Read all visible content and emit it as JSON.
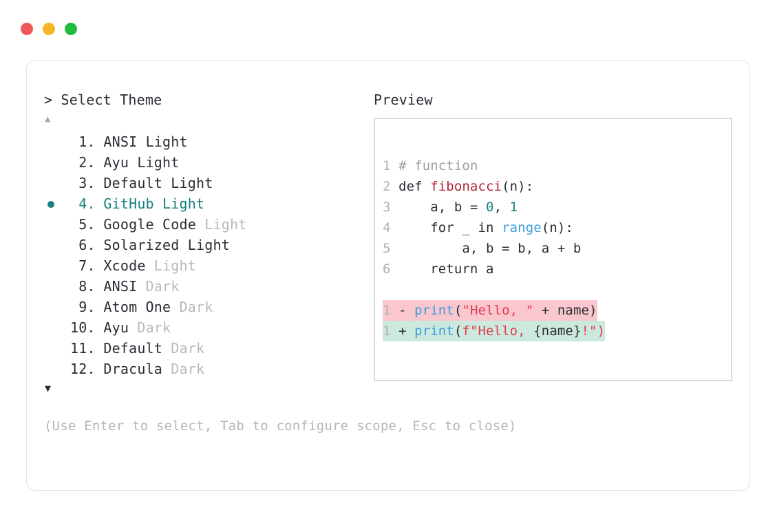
{
  "window": {
    "buttons": [
      {
        "name": "close",
        "color": "#f1585b"
      },
      {
        "name": "minimize",
        "color": "#f5b723"
      },
      {
        "name": "maximize",
        "color": "#22bb3f"
      }
    ]
  },
  "selector": {
    "prompt": "> Select Theme",
    "scroll_up_icon": "▲",
    "scroll_down_icon": "▼",
    "selected_index": 4,
    "accent_color": "#17807f",
    "items": [
      {
        "index": " 1.",
        "name": "ANSI",
        "variant": "Light",
        "variant_dim": false,
        "selected": false
      },
      {
        "index": " 2.",
        "name": "Ayu",
        "variant": "Light",
        "variant_dim": false,
        "selected": false
      },
      {
        "index": " 3.",
        "name": "Default",
        "variant": "Light",
        "variant_dim": false,
        "selected": false
      },
      {
        "index": " 4.",
        "name": "GitHub",
        "variant": "Light",
        "variant_dim": false,
        "selected": true
      },
      {
        "index": " 5.",
        "name": "Google Code",
        "variant": "Light",
        "variant_dim": true,
        "selected": false
      },
      {
        "index": " 6.",
        "name": "Solarized",
        "variant": "Light",
        "variant_dim": false,
        "selected": false
      },
      {
        "index": " 7.",
        "name": "Xcode",
        "variant": "Light",
        "variant_dim": true,
        "selected": false
      },
      {
        "index": " 8.",
        "name": "ANSI",
        "variant": "Dark",
        "variant_dim": true,
        "selected": false
      },
      {
        "index": " 9.",
        "name": "Atom One",
        "variant": "Dark",
        "variant_dim": true,
        "selected": false
      },
      {
        "index": "10.",
        "name": "Ayu",
        "variant": "Dark",
        "variant_dim": true,
        "selected": false
      },
      {
        "index": "11.",
        "name": "Default",
        "variant": "Dark",
        "variant_dim": true,
        "selected": false
      },
      {
        "index": "12.",
        "name": "Dracula",
        "variant": "Dark",
        "variant_dim": true,
        "selected": false
      }
    ],
    "hint": "(Use Enter to select, Tab to configure scope, Esc to close)"
  },
  "preview": {
    "label": "Preview",
    "code_lines": [
      {
        "num": "1",
        "tokens": [
          {
            "t": "# function",
            "c": "comment"
          }
        ]
      },
      {
        "num": "2",
        "tokens": [
          {
            "t": "def ",
            "c": "kw"
          },
          {
            "t": "fibonacci",
            "c": "fn"
          },
          {
            "t": "(n):",
            "c": "plain"
          }
        ]
      },
      {
        "num": "3",
        "tokens": [
          {
            "t": "    a, b = ",
            "c": "plain"
          },
          {
            "t": "0",
            "c": "num"
          },
          {
            "t": ", ",
            "c": "plain"
          },
          {
            "t": "1",
            "c": "num"
          }
        ]
      },
      {
        "num": "4",
        "tokens": [
          {
            "t": "    for _ in ",
            "c": "plain"
          },
          {
            "t": "range",
            "c": "builtin"
          },
          {
            "t": "(n):",
            "c": "plain"
          }
        ]
      },
      {
        "num": "5",
        "tokens": [
          {
            "t": "        a, b = b, a + b",
            "c": "plain"
          }
        ]
      },
      {
        "num": "6",
        "tokens": [
          {
            "t": "    return a",
            "c": "plain"
          }
        ]
      }
    ],
    "diff": {
      "removed": {
        "num": "1",
        "marker": "-",
        "background": "#f9c7cd",
        "tokens": [
          {
            "t": "print",
            "c": "builtin"
          },
          {
            "t": "(",
            "c": "plain"
          },
          {
            "t": "\"Hello, \"",
            "c": "str"
          },
          {
            "t": " + name)",
            "c": "plain"
          }
        ]
      },
      "added": {
        "num": "1",
        "marker": "+",
        "background": "#cce9dd",
        "tokens": [
          {
            "t": "print",
            "c": "builtin"
          },
          {
            "t": "(",
            "c": "plain"
          },
          {
            "t": "f\"Hello, ",
            "c": "str"
          },
          {
            "t": "{name}",
            "c": "plain"
          },
          {
            "t": "!\")",
            "c": "str"
          }
        ]
      }
    }
  }
}
